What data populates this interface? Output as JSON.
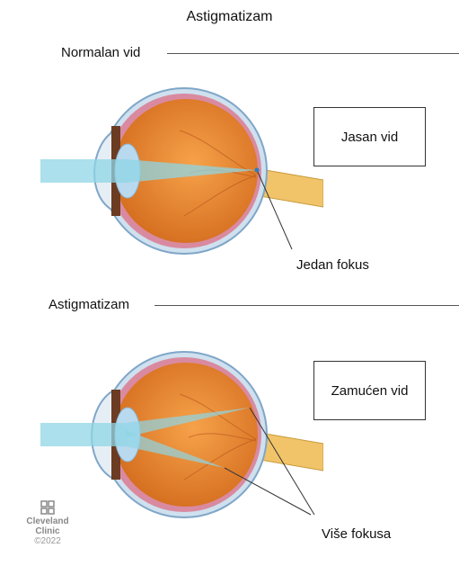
{
  "title": "Astigmatizam",
  "sections": [
    {
      "label": "Normalan vid",
      "box_text": "Jasan vid",
      "annotation": "Jedan fokus"
    },
    {
      "label": "Astigmatizam",
      "box_text": "Zamućen vid",
      "annotation": "Više fokusa"
    }
  ],
  "logo": {
    "line1": "Cleveland",
    "line2": "Clinic",
    "year": "©2022"
  },
  "colors": {
    "eye_orange": "#e8872f",
    "sclera_outline": "#7fa6c8",
    "light_beam": "#8fd6e6",
    "optic_nerve": "#f2c46a"
  }
}
